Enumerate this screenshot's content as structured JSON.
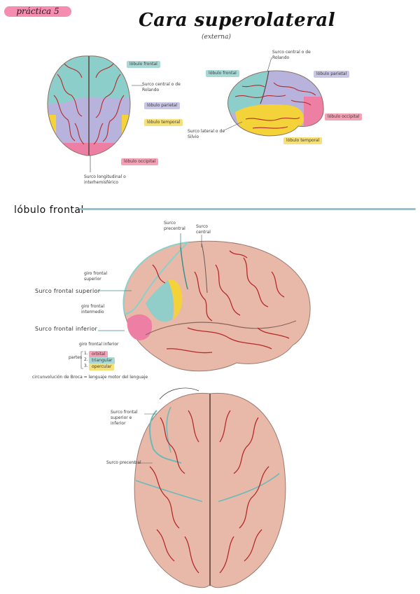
{
  "header": {
    "badge": "práctica 5",
    "title": "Cara superolateral",
    "subtitle": "(externa)"
  },
  "top_left_labels": {
    "frontal": "lóbulo frontal",
    "central_sulcus": "Surco central o de Rolando",
    "parietal": "lóbulo parietal",
    "temporal": "lóbulo temporal",
    "occipital": "lóbulo occipital",
    "longitudinal": "Surco longitudinal o interhemisférico"
  },
  "top_right_labels": {
    "central_sulcus": "Surco central o de Rolando",
    "frontal": "lóbulo frontal",
    "parietal": "lóbulo parietal",
    "occipital": "lóbulo occipital",
    "lateral_sulcus": "Surco lateral o de Silvio",
    "temporal": "lóbulo temporal"
  },
  "section": {
    "title": "lóbulo frontal"
  },
  "middle_labels": {
    "precentral": "Surco precentral",
    "central": "Surco central",
    "superior_gyrus": "giro frontal superior",
    "superior_sulcus": "Surco frontal superior",
    "middle_gyrus": "giro frontal intermedio",
    "inferior_sulcus": "Surco frontal inferior",
    "inferior_gyrus": "giro frontal inferior",
    "parts_label": "partes",
    "item1_num": "1.",
    "item1": "orbital",
    "item2_num": "2.",
    "item2": "triangular",
    "item3_num": "3.",
    "item3": "opercular",
    "broca_note": "circunvolución de Broca = lenguaje motor del lenguaje"
  },
  "bottom_labels": {
    "sup_inf": "Surco frontal superior e inferior",
    "precentral": "Surco precentral"
  },
  "colors": {
    "teal": "#8ccfca",
    "lavender": "#b7b3dd",
    "yellow": "#f3d23a",
    "pink": "#ee7fa4",
    "brain": "#e8b9a8",
    "vessel": "#b52a2a",
    "rule": "#8fc5cf"
  }
}
